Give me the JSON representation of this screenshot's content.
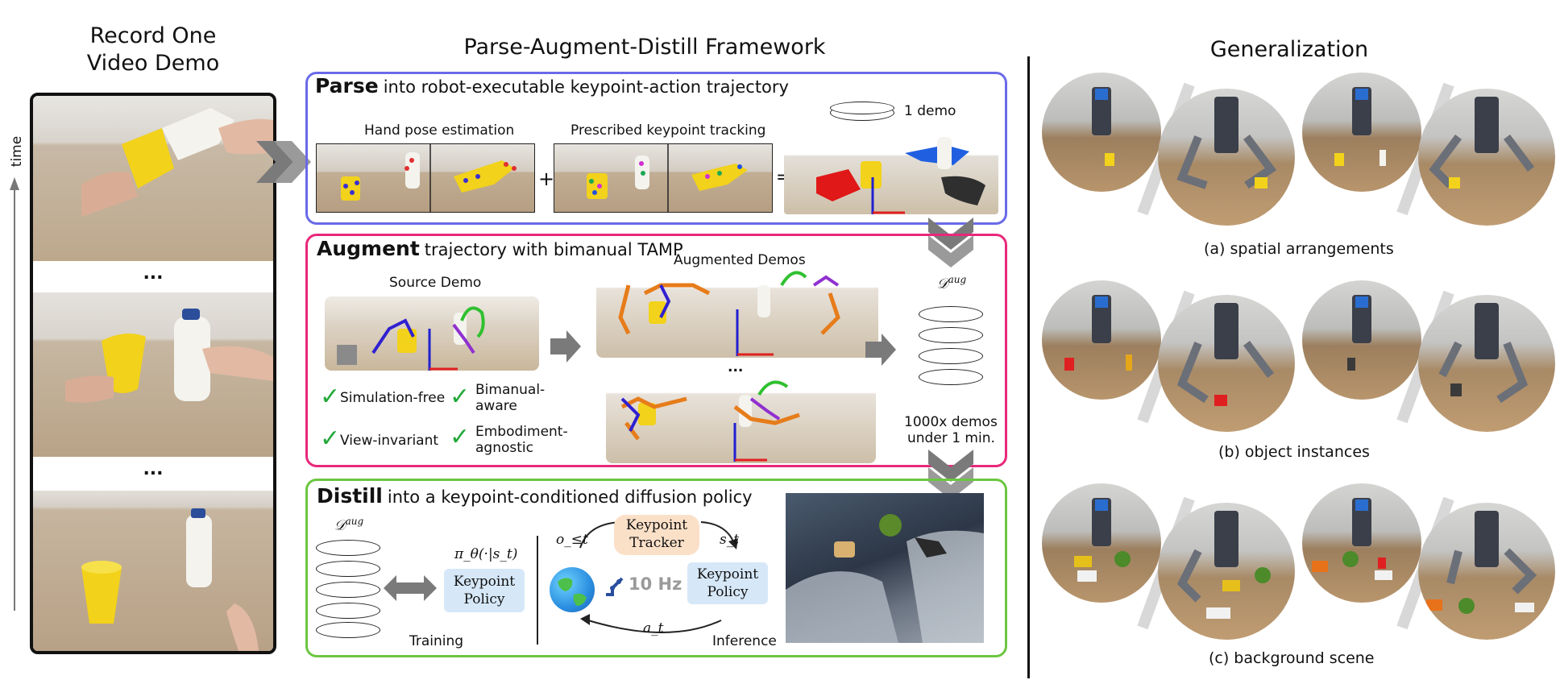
{
  "left": {
    "title": "Record One Video Demo",
    "time_label": "time",
    "ellipsis_1": "...",
    "ellipsis_2": "..."
  },
  "middle": {
    "title": "Parse-Augment-Distill Framework",
    "parse": {
      "head_bold": "Parse",
      "head_rest": "into robot-executable keypoint-action trajectory",
      "hand_pose": "Hand pose estimation",
      "keypoint_tracking": "Prescribed keypoint tracking",
      "plus": "+",
      "equals": "=",
      "one_demo": "1 demo"
    },
    "augment": {
      "head_bold": "Augment",
      "head_rest": "trajectory with bimanual TAMP",
      "source_demo": "Source Demo",
      "augmented_demos": "Augmented Demos",
      "dots": "...",
      "dataset_symbol": "𝒟",
      "dataset_sup": "aug",
      "features": [
        "Simulation-free",
        "Bimanual-\naware",
        "View-invariant",
        "Embodiment-\nagnostic"
      ],
      "scale_1": "1000x demos",
      "scale_2": "under 1 min."
    },
    "distill": {
      "head_bold": "Distill",
      "head_rest": "into a keypoint-conditioned diffusion policy",
      "dataset_symbol": "𝒟",
      "dataset_sup": "aug",
      "policy_formula": "π_θ(·|s_t)",
      "policy_label_1": "Keypoint",
      "policy_label_2": "Policy",
      "training": "Training",
      "tracker_1": "Keypoint",
      "tracker_2": "Tracker",
      "obs": "o_≤t",
      "state": "s_t",
      "action": "a_t",
      "freq": "10 Hz",
      "inference": "Inference"
    }
  },
  "right": {
    "title": "Generalization",
    "captions": [
      "(a) spatial arrangements",
      "(b) object instances",
      "(c) background scene"
    ]
  },
  "colors": {
    "parse": "#6a6ae8",
    "augment": "#e8297a",
    "distill": "#6cc640",
    "check": "#22a83a",
    "tracker_fill": "#fbe0c8",
    "policy_fill": "#d6e8f8",
    "arrow_gray": "#7a7a7a"
  }
}
